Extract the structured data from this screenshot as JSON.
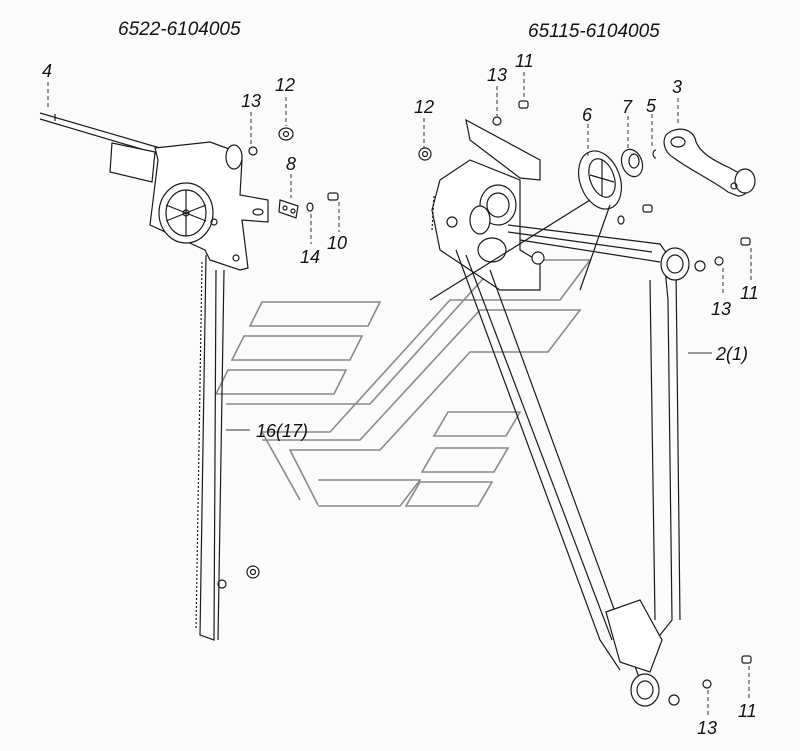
{
  "titles": {
    "left_assembly": "6522-6104005",
    "right_assembly": "65115-6104005"
  },
  "left_labels": {
    "shaft": "4",
    "washer": "13",
    "nut": "12",
    "plate": "8",
    "spring_washer": "14",
    "bolt": "10",
    "rack": "16(17)"
  },
  "right_labels": {
    "nut": "12",
    "washer_top": "13",
    "bolt_top": "11",
    "pulley": "6",
    "bushing": "7",
    "retainer": "5",
    "handle": "3",
    "washer_mid": "13",
    "bolt_mid": "11",
    "cable_frame": "2(1)",
    "washer_bottom": "13",
    "bolt_bottom": "11"
  }
}
